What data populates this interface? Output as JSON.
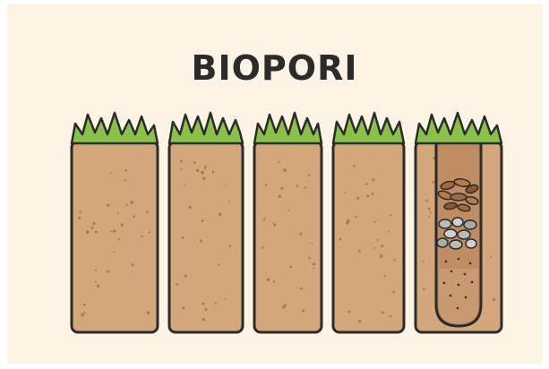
{
  "title": "BIOPORI",
  "illustration": {
    "soil_columns": 5,
    "biopore_column": 5,
    "colors": {
      "background": "#fdf4e6",
      "grass": "#8ac249",
      "grass_dark": "#5f9a2c",
      "soil": "#d4a67c",
      "soil_dots": "#a87651",
      "outline": "#2b2b2b",
      "hole": "#c08c63",
      "organic_waste": "#a56a3d",
      "gravel": "#b9bdb6"
    },
    "hole_layers": [
      "empty-top",
      "organic-waste",
      "gravel",
      "soil"
    ]
  }
}
